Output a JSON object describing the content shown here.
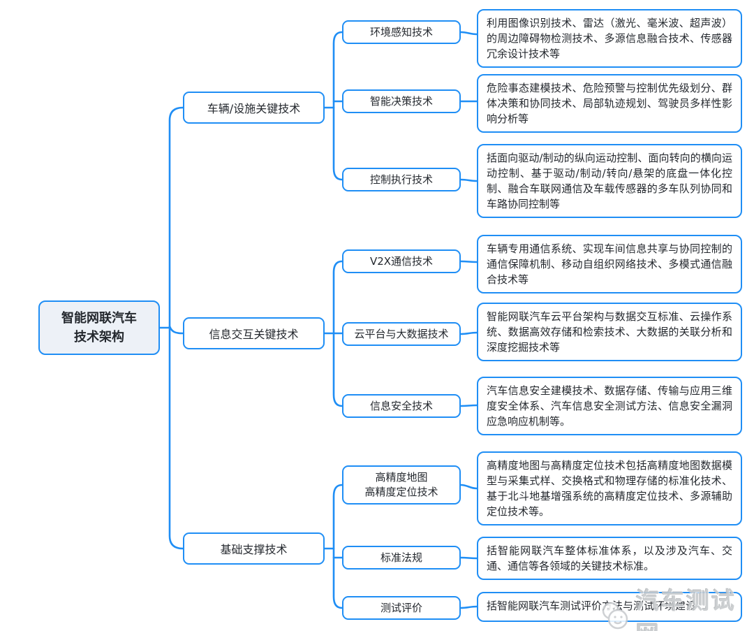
{
  "colors": {
    "line": "#1f8ef5",
    "node_border": "#1f8ef5",
    "root_fill": "#edf1f7",
    "node_fill": "#ffffff",
    "text": "#24282e",
    "watermark": "#c7cacd"
  },
  "root": {
    "label": "智能网联汽车\n技术架构"
  },
  "branches": [
    {
      "label": "车辆/设施关键技术",
      "children": [
        {
          "label": "环境感知技术",
          "desc": "利用图像识别技术、雷达（激光、毫米波、超声波）的周边障碍物检测技术、多源信息融合技术、传感器冗余设计技术等"
        },
        {
          "label": "智能决策技术",
          "desc": "危险事态建模技术、危险预警与控制优先级划分、群体决策和协同技术、局部轨迹规划、驾驶员多样性影响分析等"
        },
        {
          "label": "控制执行技术",
          "desc": "括面向驱动/制动的纵向运动控制、面向转向的横向运动控制、基于驱动/制动/转向/悬架的底盘一体化控制、融合车联网通信及车载传感器的多车队列协同和车路协同控制等"
        }
      ]
    },
    {
      "label": "信息交互关键技术",
      "children": [
        {
          "label": "V2X通信技术",
          "desc": "车辆专用通信系统、实现车间信息共享与协同控制的通信保障机制、移动自组织网络技术、多模式通信融合技术等"
        },
        {
          "label": "云平台与大数据技术",
          "desc": "智能网联汽车云平台架构与数据交互标准、云操作系统、数据高效存储和检索技术、大数据的关联分析和深度挖掘技术等"
        },
        {
          "label": "信息安全技术",
          "desc": "汽车信息安全建模技术、数据存储、传输与应用三维度安全体系、汽车信息安全测试方法、信息安全漏洞应急响应机制等。"
        }
      ]
    },
    {
      "label": "基础支撑技术",
      "children": [
        {
          "label": "高精度地图\n高精度定位技术",
          "desc": "高精度地图与高精度定位技术包括高精度地图数据模型与采集式样、交换格式和物理存储的标准化技术、基于北斗地基增强系统的高精度定位技术、多源辅助定位技术等。"
        },
        {
          "label": "标准法规",
          "desc": "括智能网联汽车整体标准体系，以及涉及汽车、交通、通信等各领域的关键技术标准。"
        },
        {
          "label": "测试评价",
          "desc": "括智能网联汽车测试评价方法与测试环境建设"
        }
      ]
    }
  ],
  "watermark": {
    "text": "汽车测试网",
    "logo": "wechat-smiley-icon"
  }
}
